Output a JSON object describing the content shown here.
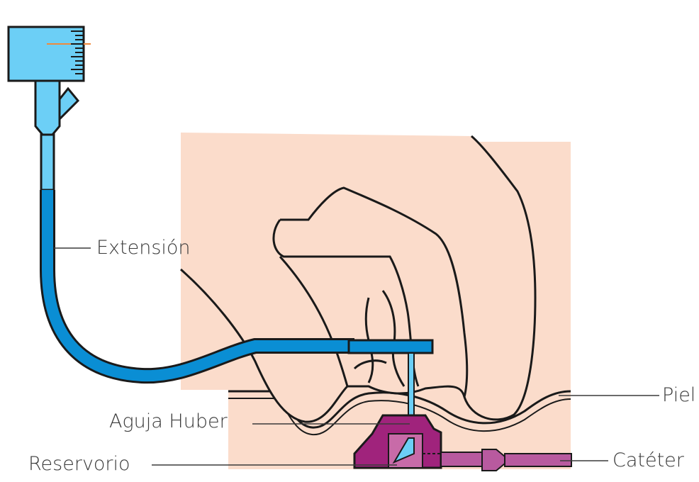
{
  "labels": {
    "extension": "Extensión",
    "skin": "Piel",
    "huber_needle": "Aguja Huber",
    "reservoir": "Reservorio",
    "catheter": "Catéter"
  },
  "colors": {
    "skin_tone": "#fbdccb",
    "syringe": "#6ccff6",
    "tube": "#0a8ed4",
    "port": "#a0237c",
    "port_inner": "#c86ba8",
    "catheter": "#b85a9f",
    "scale_mark": "#f08a3c",
    "outline": "#1a1a1a"
  }
}
